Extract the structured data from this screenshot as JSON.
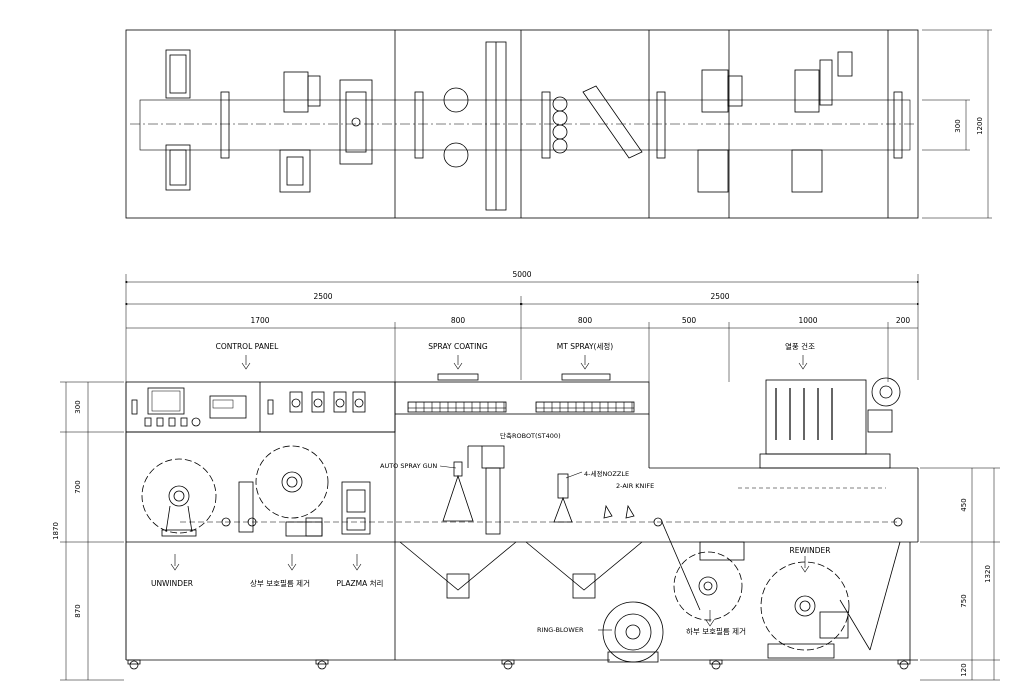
{
  "overall": {
    "width_mm": "5000",
    "height_mm": "1870"
  },
  "sections": [
    {
      "span": "2500"
    },
    {
      "span": "2500"
    }
  ],
  "modules": [
    {
      "width": "1700",
      "label": "CONTROL PANEL"
    },
    {
      "width": "800",
      "label": "SPRAY COATING"
    },
    {
      "width": "800",
      "label": "MT SPRAY(세정)"
    },
    {
      "width": "500",
      "label": ""
    },
    {
      "width": "1000",
      "label": "열풍 건조"
    },
    {
      "width": "200",
      "label": ""
    }
  ],
  "component_labels": {
    "unwinder": "UNWINDER",
    "upper_film_removal": "상부 보호필름 제거",
    "plasma": "PLAZMA 처리",
    "spray_gun": "AUTO SPRAY GUN",
    "robot": "단축ROBOT(ST400)",
    "nozzle": "4-세정NOZZLE",
    "air_knife": "2-AIR KNIFE",
    "ring_blower": "RING-BLOWER",
    "lower_film_removal": "하부 보호필름 제거",
    "rewinder": "REWINDER"
  },
  "left_dims": {
    "top": "300",
    "middle": "700",
    "bottom": "870",
    "total": "1870"
  },
  "right_dims": {
    "upper": "450",
    "lower": "750",
    "base": "120",
    "total": "1320"
  },
  "plan_dims": {
    "inner": "300",
    "outer": "1200"
  }
}
